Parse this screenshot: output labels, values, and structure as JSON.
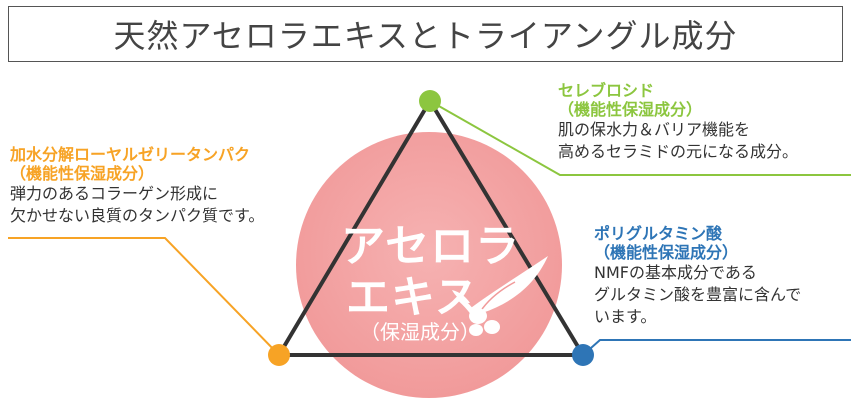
{
  "title": "天然アセロラエキスとトライアングル成分",
  "center": {
    "line1": "アセロラ",
    "line2": "エキス",
    "sub": "（保湿成分）"
  },
  "colors": {
    "green": "#8CC63F",
    "orange": "#F7A325",
    "blue": "#2E75B6",
    "circle": "#F4A6A6",
    "triangle": "#333333"
  },
  "components": [
    {
      "id": "ceramide",
      "heading1": "セレブロシド",
      "heading2": "（機能性保湿成分）",
      "desc1": "肌の保水力＆バリア機能を",
      "desc2": "高めるセラミドの元になる成分。",
      "color": "green"
    },
    {
      "id": "royal-jelly",
      "heading1": "加水分解ローヤルゼリータンパク",
      "heading2": "（機能性保湿成分）",
      "desc1": "弾力のあるコラーゲン形成に",
      "desc2": "欠かせない良質のタンパク質です。",
      "color": "orange"
    },
    {
      "id": "polyglutamic",
      "heading1": "ポリグルタミン酸",
      "heading2": "（機能性保湿成分）",
      "desc1": "NMFの基本成分である",
      "desc2": "グルタミン酸を豊富に含んで",
      "desc3": "います。",
      "color": "blue"
    }
  ]
}
